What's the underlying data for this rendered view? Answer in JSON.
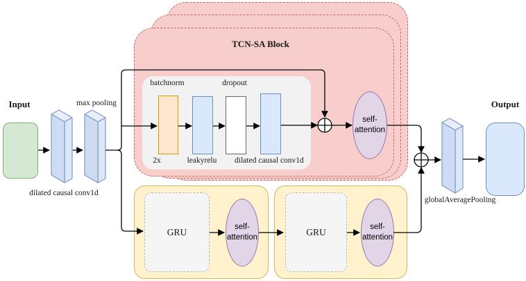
{
  "figure": {
    "input_label": "Input",
    "output_label": "Output",
    "dilated_conv_label": "dilated causal conv1d",
    "max_pooling_label": "max pooling",
    "global_average_pooling_label": "globalAveragePooling",
    "tcn": {
      "title": "TCN-SA Block",
      "batchnorm": "batchnorm",
      "dropout": "dropout",
      "repeat": "2x",
      "leakyrelu": "leakyrelu",
      "dilated_conv": "dilated causal conv1d",
      "self_attention": {
        "line1": "self-",
        "line2": "attention"
      }
    },
    "gru_branch": {
      "blocks": [
        {
          "label": "GRU",
          "self_attention": {
            "line1": "self-",
            "line2": "attention"
          }
        },
        {
          "label": "GRU",
          "self_attention": {
            "line1": "self-",
            "line2": "attention"
          }
        }
      ]
    },
    "icons": {
      "add_icon": "circled-plus",
      "slab_icon": "3d-layer-slab"
    },
    "colors": {
      "input_fill": "#d5e8d4",
      "input_stroke": "#82b366",
      "tcn_fill": "#f8cecc",
      "tcn_stroke": "#b85450",
      "inner_fill": "#f2f2f2",
      "batchnorm_fill": "#ffe6cc",
      "batchnorm_stroke": "#d79b00",
      "conv_fill": "#dae8fc",
      "conv_stroke": "#6c8ebf",
      "dropout_fill": "#ffffff",
      "dropout_stroke": "#666666",
      "attention_fill": "#e1d5e7",
      "attention_stroke": "#9673a6",
      "gru_container_fill": "#fff2cc",
      "gru_container_stroke": "#d6b656",
      "gru_fill": "#f5f5f5",
      "gru_stroke": "#b3b3b3",
      "output_fill": "#dae8fc",
      "output_stroke": "#6c8ebf",
      "connector": "#000000"
    }
  }
}
